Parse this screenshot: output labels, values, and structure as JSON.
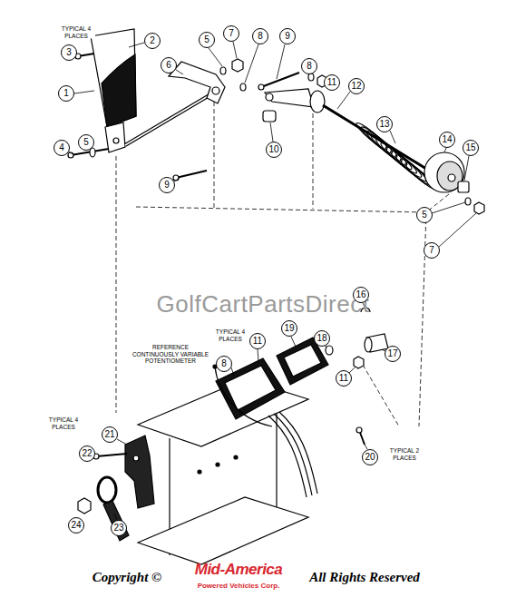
{
  "diagram": {
    "labels": [
      "TYPICAL 4 PLACES",
      "2",
      "3",
      "1",
      "5",
      "7",
      "8",
      "9",
      "6",
      "8",
      "11",
      "12",
      "13",
      "4",
      "5",
      "10",
      "14",
      "15",
      "9",
      "5",
      "7",
      "GolfCartPartsDirect",
      "16",
      "TYPICAL 4 PLACES",
      "19",
      "18",
      "REFERENCE CONTINUOUSLY VARIABLE POTENTIOMETER",
      "11",
      "8",
      "17",
      "11",
      "TYPICAL 4 PLACES",
      "21",
      "22",
      "20",
      "TYPICAL 2 PLACES",
      "24",
      "23",
      "Copyright ©",
      "Mid-America",
      "Powered Vehicles Corp.",
      "All Rights Reserved"
    ]
  }
}
